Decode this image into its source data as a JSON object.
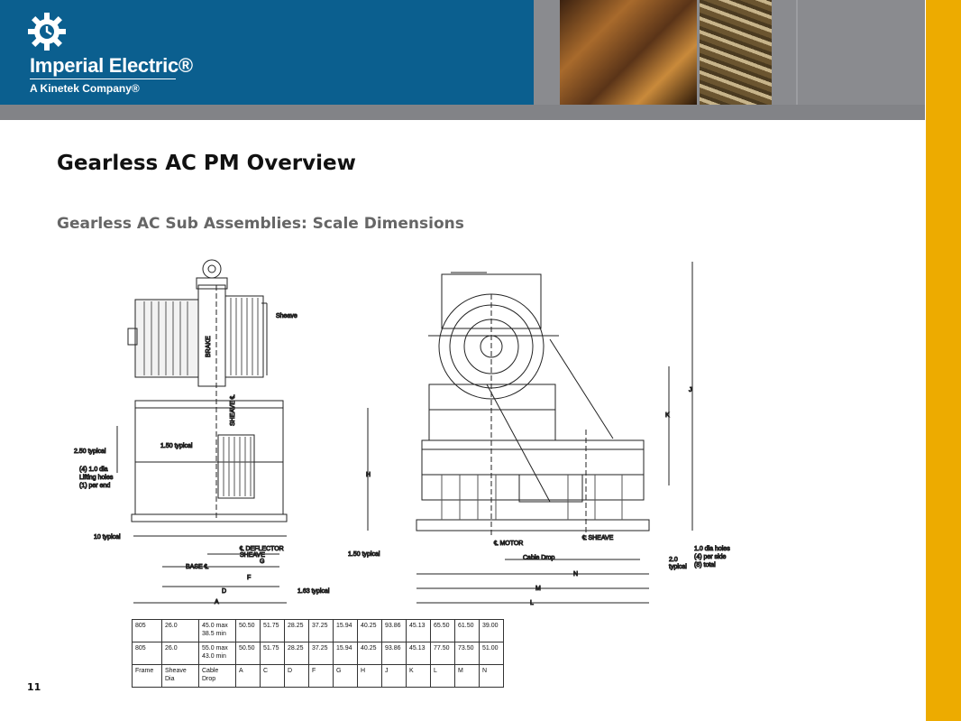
{
  "header": {
    "brand_name": "Imperial Electric®",
    "brand_sub": "A Kinetek Company®"
  },
  "slide": {
    "title": "Gearless AC PM Overview",
    "subtitle": "Gearless AC Sub Assemblies: Scale Dimensions",
    "page_number": "11"
  },
  "drawing_labels": {
    "sheave": "Sheave",
    "brake": "BRAKE",
    "sheave_cl": "SHEAVE ℄",
    "typ_250": "2.50 typical",
    "typ_150_top": "1.50 typical",
    "lift_1": "(4) 1.0 dia",
    "lift_2": "Lifting holes",
    "lift_3": "(1) per end",
    "typ_10": "10 typical",
    "deflector": "℄ DEFLECTOR",
    "deflector2": "SHEAVE",
    "base": "BASE ℄",
    "g": "G",
    "f": "F",
    "d": "D",
    "a": "A",
    "typ_163": "1.63 typical",
    "h": "H",
    "j": "J",
    "k": "K",
    "motor": "℄ MOTOR",
    "sheave2": "℄ SHEAVE",
    "typ_150_bottom": "1.50 typical",
    "cable_drop": "Cable Drop",
    "n": "N",
    "m": "M",
    "l": "L",
    "typ_20": "2.0",
    "typ_20b": "typical",
    "holes_1": "1.0 dia holes",
    "holes_2": "(4) per side",
    "holes_3": "(8) total"
  },
  "table": {
    "rows": [
      [
        "805",
        "26.0",
        "45.0 max\n38.5 min",
        "50.50",
        "51.75",
        "28.25",
        "37.25",
        "15.94",
        "40.25",
        "93.86",
        "45.13",
        "65.50",
        "61.50",
        "39.00"
      ],
      [
        "805",
        "26.0",
        "55.0 max\n43.0 min",
        "50.50",
        "51.75",
        "28.25",
        "37.25",
        "15.94",
        "40.25",
        "93.86",
        "45.13",
        "77.50",
        "73.50",
        "51.00"
      ],
      [
        "Frame",
        "Sheave\nDia",
        "Cable\nDrop",
        "A",
        "C",
        "D",
        "F",
        "G",
        "H",
        "J",
        "K",
        "L",
        "M",
        "N"
      ]
    ]
  },
  "colors": {
    "header_blue": "#0b5f8f",
    "header_gray": "#828387",
    "accent_orange": "#edab00"
  }
}
